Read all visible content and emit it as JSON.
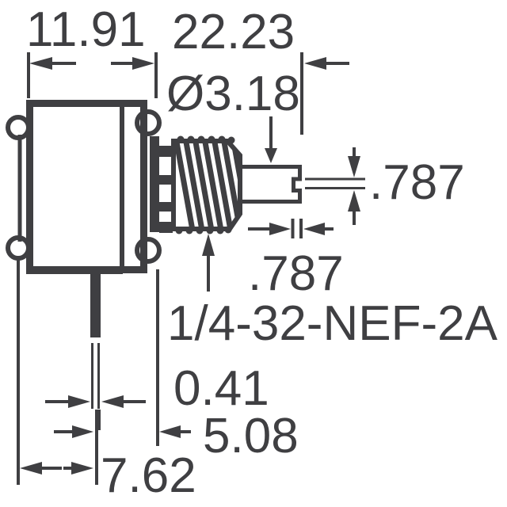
{
  "drawing": {
    "type": "mechanical-dimension-drawing",
    "ink_color": "#3f3f42",
    "background_color": "#ffffff",
    "dim_labels": {
      "body_width": "11.91",
      "overall_length": "22.23",
      "shaft_diameter": "Ø3.18",
      "slot_width": ".787",
      "slot_depth": ".787",
      "thread_spec": "1/4-32-NEF-2A",
      "lead_diameter": "0.41",
      "lead_offset": "5.08",
      "lead_spacing": "7.62"
    }
  }
}
